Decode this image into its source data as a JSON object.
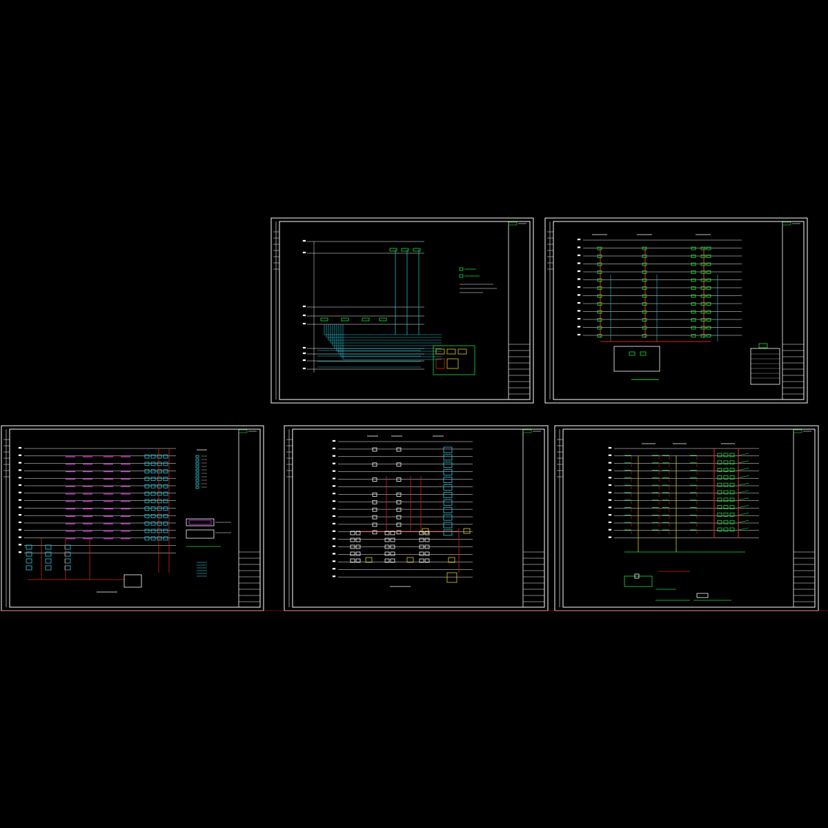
{
  "viewer": {
    "background_color": "#000000"
  },
  "colors": {
    "frame": "#ffffff",
    "wire_red": "#e02020",
    "wire_cyan": "#2ad0e0",
    "device_green": "#20e040",
    "device_yellow": "#e0d020",
    "device_magenta": "#e030e0",
    "floor_line": "#ffffff"
  },
  "sheets": [
    {
      "id": "sheet-1",
      "kind": "riser-cyan",
      "floors": 8,
      "has_legend": true
    },
    {
      "id": "sheet-2",
      "kind": "riser-green-red",
      "floors": 13,
      "has_legend": true
    },
    {
      "id": "sheet-3",
      "kind": "riser-cyan-red-dense",
      "floors": 15,
      "has_legend": true
    },
    {
      "id": "sheet-4",
      "kind": "riser-white-red",
      "floors": 15,
      "has_legend": false
    },
    {
      "id": "sheet-5",
      "kind": "riser-green-yellow",
      "floors": 12,
      "has_legend": false
    }
  ]
}
